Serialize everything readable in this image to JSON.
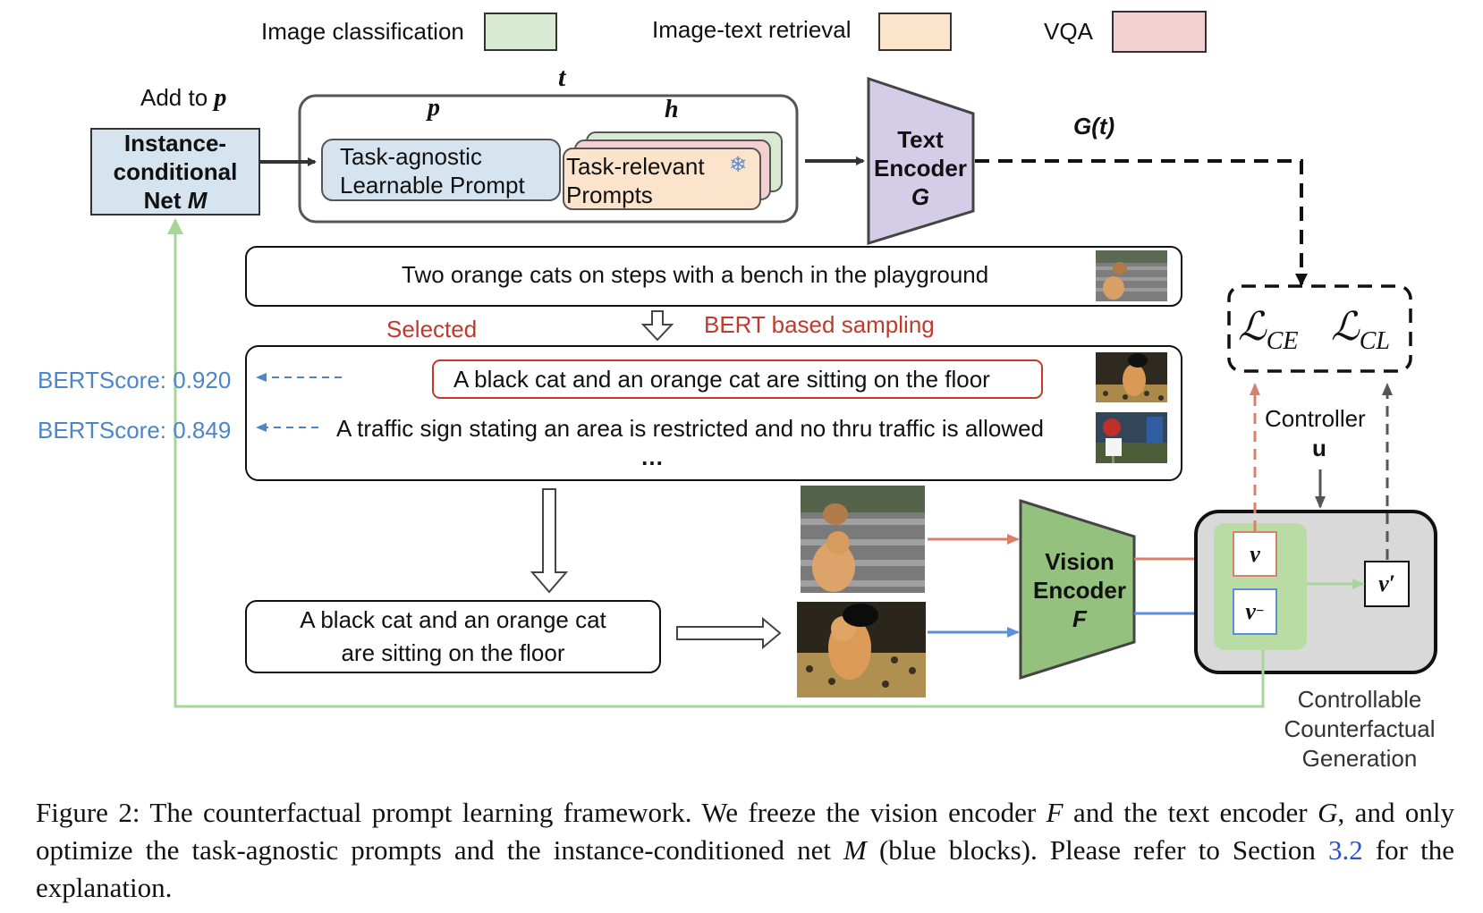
{
  "legend": {
    "items": [
      {
        "label": "Image classification",
        "color": "#d9ead3"
      },
      {
        "label": "Image-text retrieval",
        "color": "#fbe3cc"
      },
      {
        "label": "VQA",
        "color": "#f2cfd0"
      }
    ]
  },
  "prompt_block": {
    "add_to_p": "Add to",
    "p_symbol": "p",
    "t_symbol": "t",
    "h_symbol": "h",
    "task_agnostic_line1": "Task-agnostic",
    "task_agnostic_line2": "Learnable Prompt",
    "task_relevant_line1": "Task-relevant",
    "task_relevant_line2": "Prompts",
    "snowflake": "❄"
  },
  "instance_net": {
    "line1": "Instance-",
    "line2": "conditional",
    "line3": "Net",
    "symbol": "M"
  },
  "text_encoder": {
    "line1": "Text",
    "line2": "Encoder",
    "symbol": "G",
    "output_label": "G(t)"
  },
  "captions": {
    "top": "Two orange cats on steps with a bench in the playground",
    "selected_label": "Selected",
    "sampling_label": "BERT based sampling",
    "candidate1": "A black cat and an orange cat are sitting on the floor",
    "candidate2": "A traffic sign stating an area is restricted and no thru traffic is allowed",
    "ellipsis": "…",
    "score1": "BERTScore: 0.920",
    "score2": "BERTScore: 0.849",
    "selected_line1": "A black cat and an orange cat",
    "selected_line2": "are sitting on the floor"
  },
  "vision_encoder": {
    "line1": "Vision",
    "line2": "Encoder",
    "symbol": "F"
  },
  "loss": {
    "ce": "CE",
    "cl": "CL",
    "L": "ℒ"
  },
  "controller": {
    "label": "Controller",
    "u": "u",
    "v": "v",
    "v_minus": "v",
    "v_minus_sup": "−",
    "v_prime": "v′",
    "generation_line1": "Controllable",
    "generation_line2": "Counterfactual",
    "generation_line3": "Generation"
  },
  "figure_caption": {
    "p1": "Figure 2: The counterfactual prompt learning framework. We freeze the vision encoder ",
    "F": "F",
    "p2": " and the text encoder ",
    "G": "G",
    "p3": ", and only optimize the task-agnostic prompts and the instance-conditioned net ",
    "M": "M",
    "p4": " (blue blocks). Please refer to Section ",
    "ref": "3.2",
    "p5": " for the explanation."
  }
}
